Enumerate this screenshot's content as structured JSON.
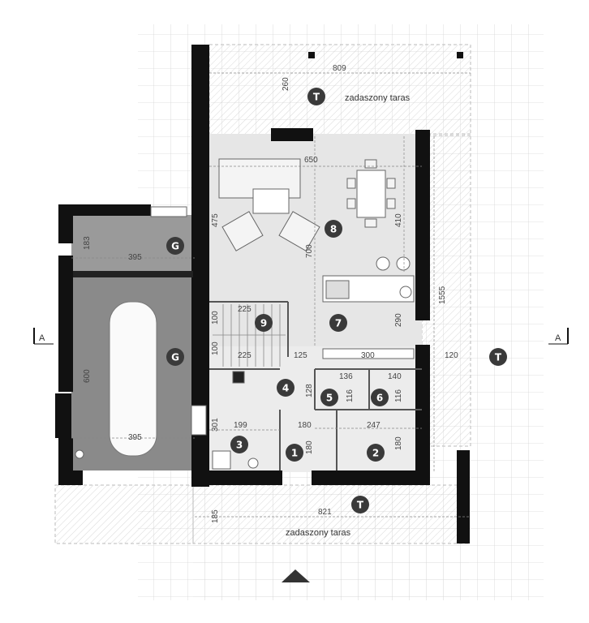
{
  "terraces": {
    "top_label": "zadaszony taras",
    "bottom_label": "zadaszony taras"
  },
  "markers": {
    "terrace": "T",
    "garage": "G",
    "rooms": [
      "1",
      "2",
      "3",
      "4",
      "5",
      "6",
      "7",
      "8",
      "9"
    ]
  },
  "section_marks": {
    "left": "A",
    "right": "A"
  },
  "dimensions": {
    "d809": "809",
    "d260": "260",
    "d650": "650",
    "d475": "475",
    "d410": "410",
    "d700": "700",
    "d1555": "1555",
    "d290": "290",
    "d183": "183",
    "d395a": "395",
    "d600": "600",
    "d395b": "395",
    "d225a": "225",
    "d100a": "100",
    "d100b": "100",
    "d225b": "225",
    "d125": "125",
    "d300": "300",
    "d120": "120",
    "d136": "136",
    "d140": "140",
    "d128": "128",
    "d116a": "116",
    "d116b": "116",
    "d301": "301",
    "d199": "199",
    "d180a": "180",
    "d180b": "180",
    "d247": "247",
    "d180c": "180",
    "d185": "185",
    "d821": "821"
  },
  "colors": {
    "wall": "#111111",
    "living_floor": "#e6e6e6",
    "garage_floor": "#8a8a8a",
    "marker_fill": "#3a3a3a",
    "grid": "#d4d4d4"
  }
}
